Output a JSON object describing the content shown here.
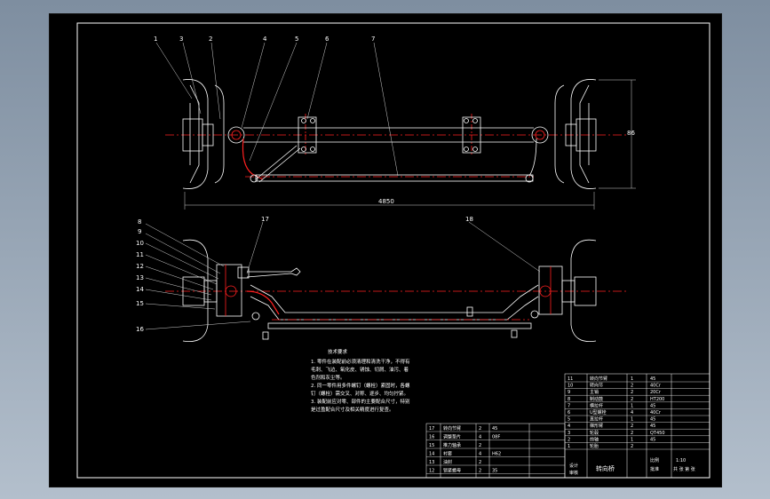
{
  "colors": {
    "background_top": "#7e8ea0",
    "background_bottom": "#b3bfcc",
    "sheet": "#000000",
    "line": "#ffffff",
    "centerline": "#ff2020",
    "leader": "#d0d0d0"
  },
  "top_view": {
    "callouts": [
      "1",
      "3",
      "2",
      "4",
      "5",
      "6",
      "7"
    ],
    "dimension_width": "4850",
    "dimension_height": "86"
  },
  "front_view": {
    "callouts": [
      "8",
      "9",
      "10",
      "11",
      "12",
      "13",
      "14",
      "15",
      "16",
      "17",
      "18"
    ]
  },
  "notes": {
    "title": "技术要求",
    "lines": [
      "1. 零件在装配前必须清理和清洗干净，不得有",
      "毛刺、飞边、氧化皮、锈蚀、切屑、油污、着",
      "色剂和灰尘等。",
      "2. 同一零件用多件螺钉（螺栓）紧固时，各螺",
      "钉（螺栓）需交叉、对称、逐步、均匀拧紧。",
      "3. 装配前应对零、部件的主要配合尺寸，特别",
      "是过盈配合尺寸及相关精度进行复查。"
    ]
  },
  "title_block": {
    "drawing_title": "转向桥",
    "rows": [
      {
        "no": "11",
        "name": "转向节臂",
        "qty": "1",
        "mat": "45"
      },
      {
        "no": "10",
        "name": "转向节",
        "qty": "2",
        "mat": "40Cr"
      },
      {
        "no": "9",
        "name": "主销",
        "qty": "2",
        "mat": "20Cr"
      },
      {
        "no": "8",
        "name": "制动鼓",
        "qty": "2",
        "mat": "HT200"
      },
      {
        "no": "7",
        "name": "横拉杆",
        "qty": "1",
        "mat": "45"
      },
      {
        "no": "6",
        "name": "U型螺栓",
        "qty": "4",
        "mat": "40Cr"
      },
      {
        "no": "5",
        "name": "直拉杆",
        "qty": "1",
        "mat": "45"
      },
      {
        "no": "4",
        "name": "梯形臂",
        "qty": "2",
        "mat": "45"
      },
      {
        "no": "3",
        "name": "轮毂",
        "qty": "2",
        "mat": "QT450"
      },
      {
        "no": "2",
        "name": "前轴",
        "qty": "1",
        "mat": "45"
      },
      {
        "no": "1",
        "name": "轮胎",
        "qty": "2",
        "mat": ""
      }
    ],
    "bottom_rows": [
      {
        "no": "17",
        "name": "转向节臂",
        "qty": "2",
        "mat": "45"
      },
      {
        "no": "16",
        "name": "调整垫片",
        "qty": "4",
        "mat": "08F"
      },
      {
        "no": "15",
        "name": "推力轴承",
        "qty": "2",
        "mat": ""
      },
      {
        "no": "14",
        "name": "衬套",
        "qty": "4",
        "mat": "H62"
      },
      {
        "no": "13",
        "name": "油封",
        "qty": "2",
        "mat": ""
      },
      {
        "no": "12",
        "name": "锁紧螺母",
        "qty": "2",
        "mat": "35"
      }
    ],
    "cells": {
      "designer": "设计",
      "checker": "审核",
      "approver": "批准",
      "scale_label": "比例",
      "scale_value": "1:10",
      "sheet_label": "共 张 第 张"
    }
  }
}
